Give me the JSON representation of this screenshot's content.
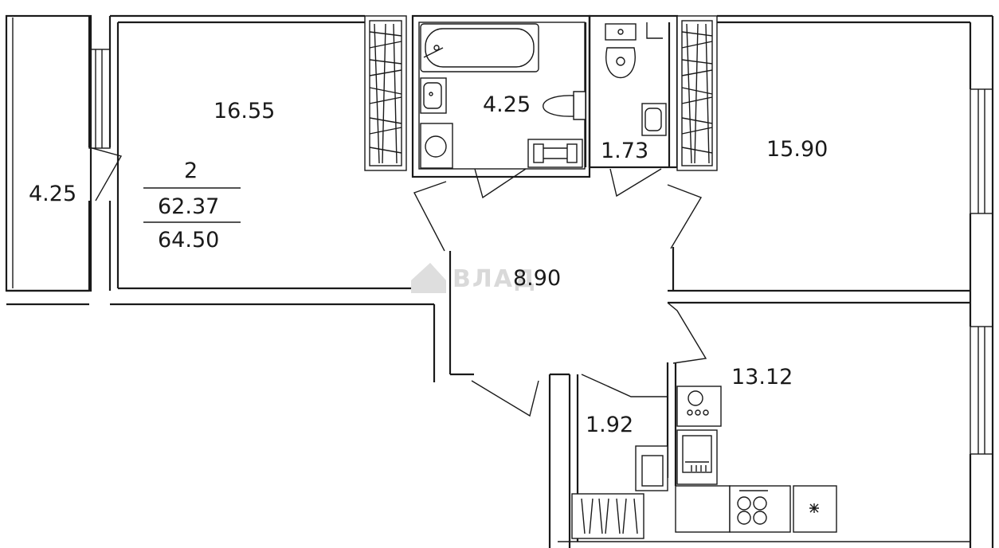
{
  "plan": {
    "rooms_count": "2",
    "living_area": "62.37",
    "total_area": "64.50",
    "rooms": {
      "balcony": "4.25",
      "living_room_left": "16.55",
      "bathroom": "4.25",
      "toilet": "1.73",
      "bedroom_right": "15.90",
      "hallway": "8.90",
      "kitchen": "13.12",
      "storage": "1.92"
    },
    "watermark": "ВЛАД"
  }
}
